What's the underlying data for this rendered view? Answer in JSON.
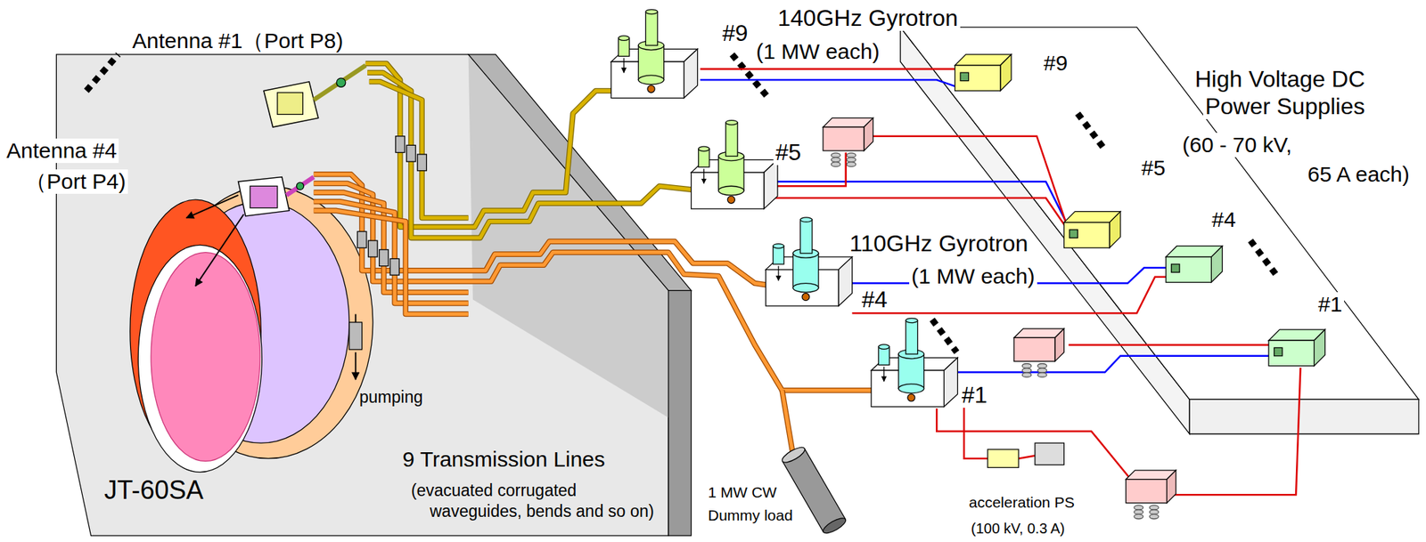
{
  "diagram": {
    "labels": [
      "Antenna #1（Port P8)",
      "140GHz Gyrotron",
      "#9",
      "(1 MW each)",
      "#9",
      "High Voltage DC",
      "Power Supplies",
      "(60 - 70 kV,",
      "Antenna #4",
      "（Port P4)",
      "#5",
      "#5",
      "65 A each)",
      "#4",
      "110GHz Gyrotron",
      "(1 MW each)",
      "#4",
      "#1",
      "pumping",
      "#1",
      "9 Transmission Lines",
      "(evacuated corrugated",
      "1 MW CW",
      "acceleration PS",
      "JT-60SA",
      "waveguides, bends and so on)",
      "Dummy load",
      "(100 kV, 0.3 A)"
    ]
  }
}
